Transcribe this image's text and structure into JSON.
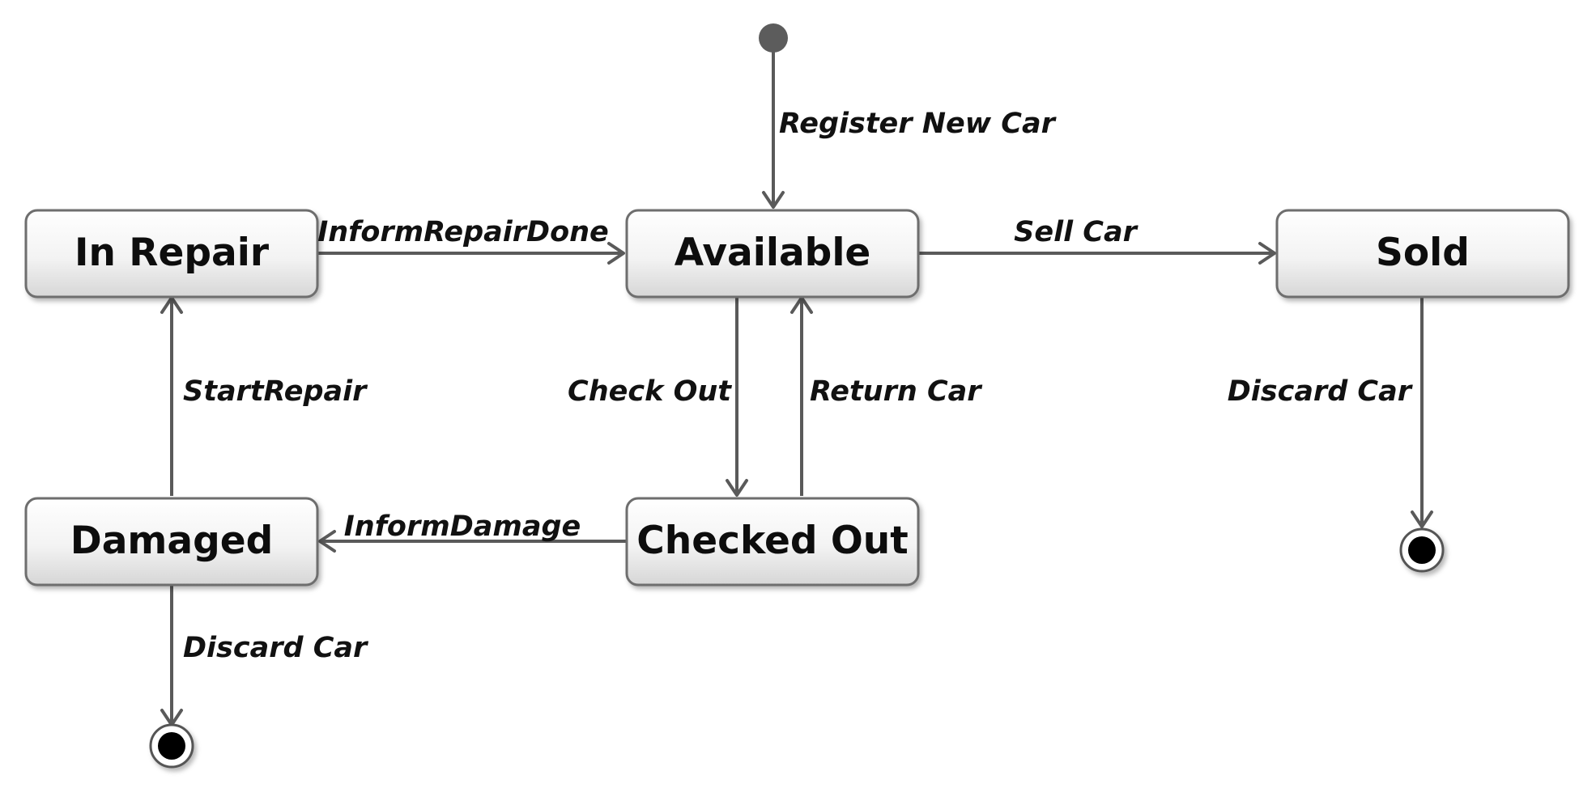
{
  "diagram": {
    "type": "state-machine",
    "states": [
      {
        "id": "in_repair",
        "label": "In Repair"
      },
      {
        "id": "available",
        "label": "Available"
      },
      {
        "id": "sold",
        "label": "Sold"
      },
      {
        "id": "damaged",
        "label": "Damaged"
      },
      {
        "id": "checked_out",
        "label": "Checked Out"
      }
    ],
    "pseudostates": [
      {
        "id": "initial",
        "kind": "initial"
      },
      {
        "id": "final_damaged",
        "kind": "final"
      },
      {
        "id": "final_sold",
        "kind": "final"
      }
    ],
    "transitions": [
      {
        "id": "register",
        "from": "initial",
        "to": "available",
        "label": "Register New Car"
      },
      {
        "id": "inform_repair_done",
        "from": "in_repair",
        "to": "available",
        "label": "InformRepairDone"
      },
      {
        "id": "sell",
        "from": "available",
        "to": "sold",
        "label": "Sell Car"
      },
      {
        "id": "check_out",
        "from": "available",
        "to": "checked_out",
        "label": "Check Out"
      },
      {
        "id": "return_car",
        "from": "checked_out",
        "to": "available",
        "label": "Return Car"
      },
      {
        "id": "start_repair",
        "from": "damaged",
        "to": "in_repair",
        "label": "StartRepair"
      },
      {
        "id": "inform_damage",
        "from": "checked_out",
        "to": "damaged",
        "label": "InformDamage"
      },
      {
        "id": "discard_sold",
        "from": "sold",
        "to": "final_sold",
        "label": "Discard Car"
      },
      {
        "id": "discard_damaged",
        "from": "damaged",
        "to": "final_damaged",
        "label": "Discard Car"
      }
    ],
    "colors": {
      "line": "#5a5a5a",
      "box_border": "#6e6e6e",
      "box_fill_top": "#ffffff",
      "box_fill_bottom": "#d9d9d9",
      "initial_node": "#5c5c5c",
      "final_node": "#000000",
      "text": "#0d0d0d"
    }
  }
}
